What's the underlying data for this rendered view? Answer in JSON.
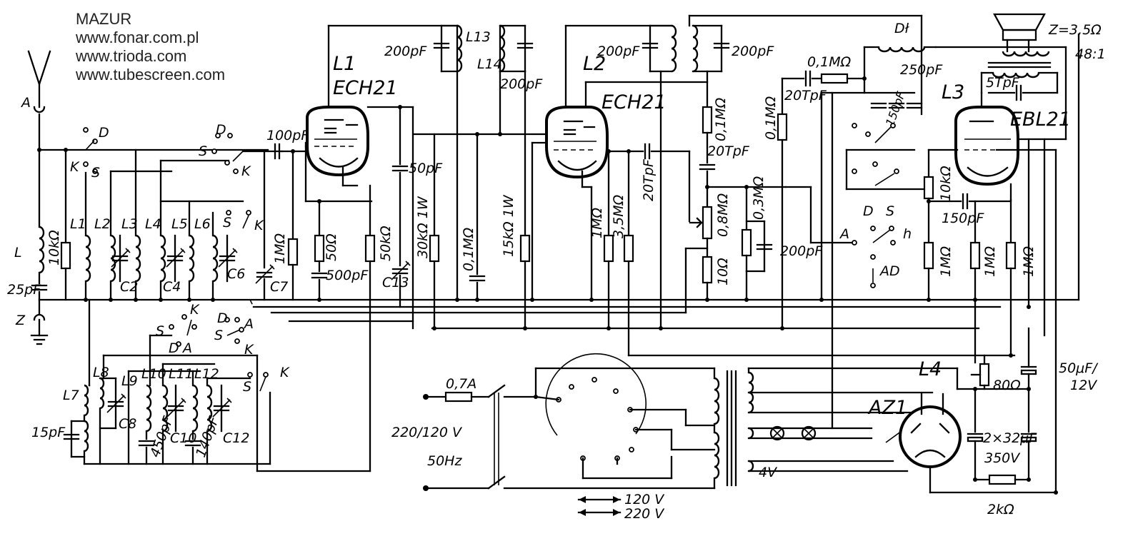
{
  "header": {
    "author": "MAZUR",
    "site1": "www.fonar.com.pl",
    "site2": "www.trioda.com",
    "site3": "www.tubescreen.com"
  },
  "tubes": {
    "l1_id": "L1",
    "l1_type": "ECH21",
    "l2_id": "L2",
    "l2_type": "ECH21",
    "l3_id": "L3",
    "l3_type": "EBL21",
    "l4_id": "L4",
    "l4_type": "AZ1"
  },
  "antenna": {
    "a": "A",
    "z": "Z"
  },
  "switch": {
    "d": "D",
    "k": "K",
    "s": "S",
    "a": "A",
    "ad": "AD",
    "h": "h"
  },
  "coils": {
    "l": "L",
    "l1": "L1",
    "l2": "L2",
    "l3": "L3",
    "l4": "L4",
    "l5": "L5",
    "l6": "L6",
    "l7": "L7",
    "l8": "L8",
    "l9": "L9",
    "l10": "L10",
    "l11": "L11",
    "l12": "L12",
    "l13": "L13",
    "l14": "L14",
    "choke": "Dł"
  },
  "caps": {
    "c2": "C2",
    "c4": "C4",
    "c6": "C6",
    "c7": "C7",
    "c8": "C8",
    "c10": "C10",
    "c12": "C12",
    "c13": "C13",
    "v25pf": "25pF",
    "v100pf": "100pF",
    "v500pf": "500pF",
    "v50pf": "50pF",
    "v200pf_a": "200pF",
    "v200pf_b": "200pF",
    "v200pf_c": "200pF",
    "v200pf_d": "200pF",
    "v200pf_e": "200pF",
    "v20tpf_a": "20TpF",
    "v20tpf_b": "20TpF",
    "v20tpf_c": "20TpF",
    "v250pf": "250pF",
    "v150pf_a": "150pF",
    "v150pf_b": "150pF",
    "v5tpf": "5TpF",
    "v15pf": "15pF",
    "v450pf": "450pF",
    "v140pf": "140pF",
    "v50uf": "50μF/",
    "v12v": "12V",
    "v2x32": "2×32μF",
    "v350v": "350V"
  },
  "resistors": {
    "r10k": "10kΩ",
    "r1m_a": "1MΩ",
    "r50": "50Ω",
    "r50k": "50kΩ",
    "r30k": "30kΩ 1W",
    "r01m_a": "0,1MΩ",
    "r15k": "15kΩ 1W",
    "r1m_b": "1MΩ",
    "r35m": "3,5MΩ",
    "r01m_b": "0,1MΩ",
    "r01m_c": "0,1MΩ",
    "r01m_d": "0,1MΩ",
    "r08m": "0,8MΩ",
    "r03m": "0,3MΩ",
    "r10": "10Ω",
    "r10k_b": "10kΩ",
    "r1m_c": "1MΩ",
    "r1m_d": "1MΩ",
    "r1m_e": "1MΩ",
    "r80": "80Ω",
    "r2k": "2kΩ"
  },
  "power": {
    "fuse": "0,7A",
    "mains": "220/120 V",
    "freq": "50Hz",
    "v120": "120 V",
    "v220": "220 V",
    "v4": "4V"
  },
  "speaker": {
    "imp": "Z=3,5Ω",
    "ratio": "48:1"
  }
}
